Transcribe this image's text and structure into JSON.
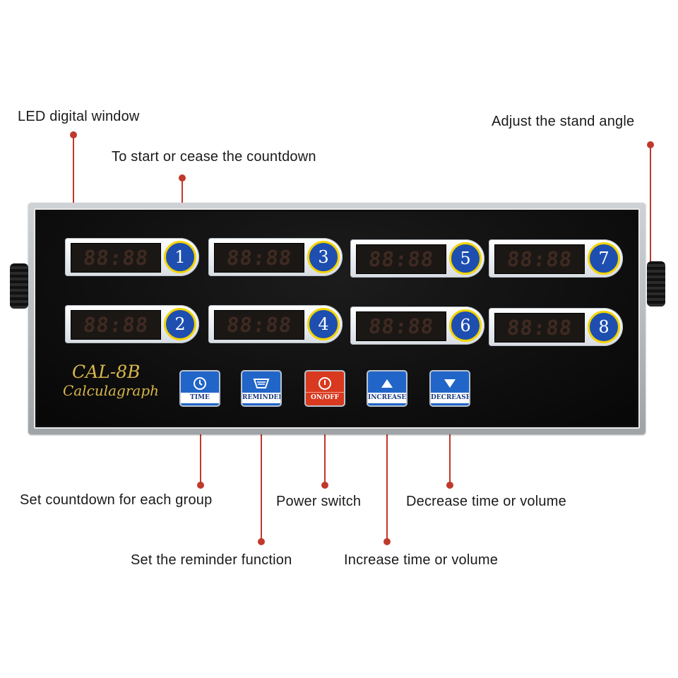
{
  "callouts": {
    "led_window": "LED digital window",
    "start_cease": "To start or cease the countdown",
    "stand_angle": "Adjust the stand angle",
    "set_countdown": "Set countdown for each group",
    "power_switch": "Power switch",
    "decrease": "Decrease time or volume",
    "reminder": "Set the reminder function",
    "increase": "Increase time or volume"
  },
  "device": {
    "model": "CAL-8B",
    "brand": "Calculagraph",
    "timers": [
      {
        "display": "88:88",
        "number": "1"
      },
      {
        "display": "88:88",
        "number": "2"
      },
      {
        "display": "88:88",
        "number": "3"
      },
      {
        "display": "88:88",
        "number": "4"
      },
      {
        "display": "88:88",
        "number": "5"
      },
      {
        "display": "88:88",
        "number": "6"
      },
      {
        "display": "88:88",
        "number": "7"
      },
      {
        "display": "88:88",
        "number": "8"
      }
    ],
    "buttons": [
      {
        "label": "TIME",
        "icon": "clock-icon",
        "color": "#2165c8"
      },
      {
        "label": "REMINDER",
        "icon": "speaker-icon",
        "color": "#2165c8"
      },
      {
        "label": "ON/OFF",
        "icon": "power-icon",
        "color": "#d8391f"
      },
      {
        "label": "INCREASE",
        "icon": "triangle-up-icon",
        "color": "#2165c8"
      },
      {
        "label": "DECREASE",
        "icon": "triangle-down-icon",
        "color": "#2165c8"
      }
    ]
  },
  "colors": {
    "callout_dot": "#c0392b",
    "callout_line": "#c0392b",
    "model_text": "#d8b64a",
    "number_badge": "#1e4fb0",
    "number_ring": "#f3d400"
  }
}
